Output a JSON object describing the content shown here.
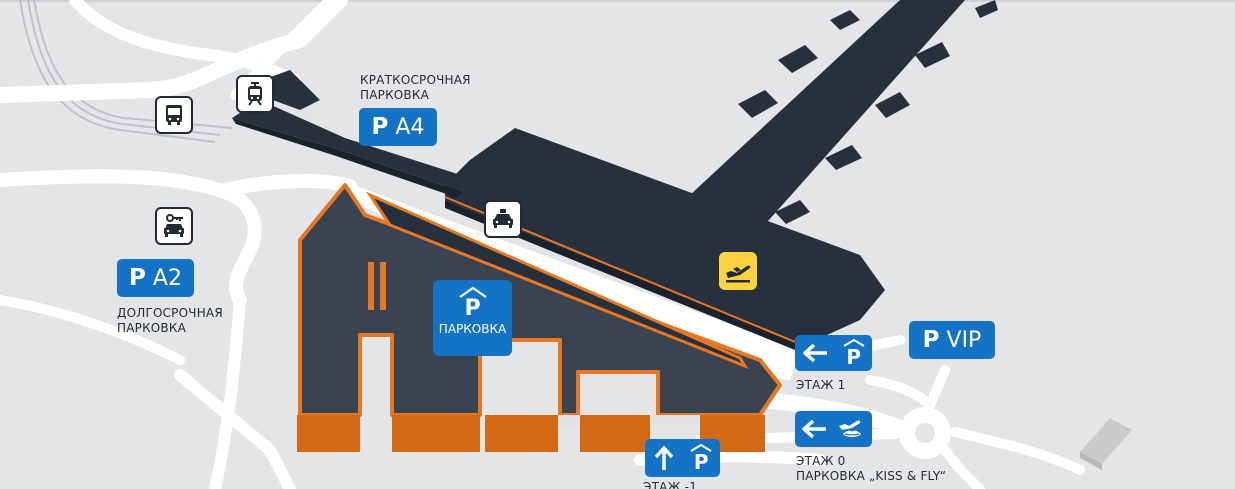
{
  "labels": {
    "short_term": [
      "КРАТКОСРОЧНАЯ",
      "ПАРКОВКА"
    ],
    "long_term": [
      "ДОЛГОСРОЧНАЯ",
      "ПАРКОВКА"
    ],
    "floor1": "ЭТАЖ 1",
    "floor0": "ЭТАЖ 0",
    "kiss_fly": "ПАРКОВКА „KISS & FLY“",
    "floor_minus1": "ЭТАЖ -1"
  },
  "signs": {
    "a4": {
      "p": "P",
      "code": "A4"
    },
    "a2": {
      "p": "P",
      "code": "A2"
    },
    "vip": {
      "p": "P",
      "code": "VIP"
    },
    "parking": {
      "p": "P",
      "label": "ПАРКОВКА"
    },
    "dir_p": "P"
  },
  "icons": [
    "bus-icon",
    "tram-icon",
    "car-rental-icon",
    "taxi-icon",
    "departures-icon",
    "kiss-fly-icon",
    "parking-roof-icon"
  ],
  "colors": {
    "background": "#e4e5e6",
    "road": "#ffffff",
    "building": "#26313d",
    "parking_orange": "#e87722",
    "sign_blue": "#1473c5",
    "departures_yellow": "#ffd23f"
  }
}
